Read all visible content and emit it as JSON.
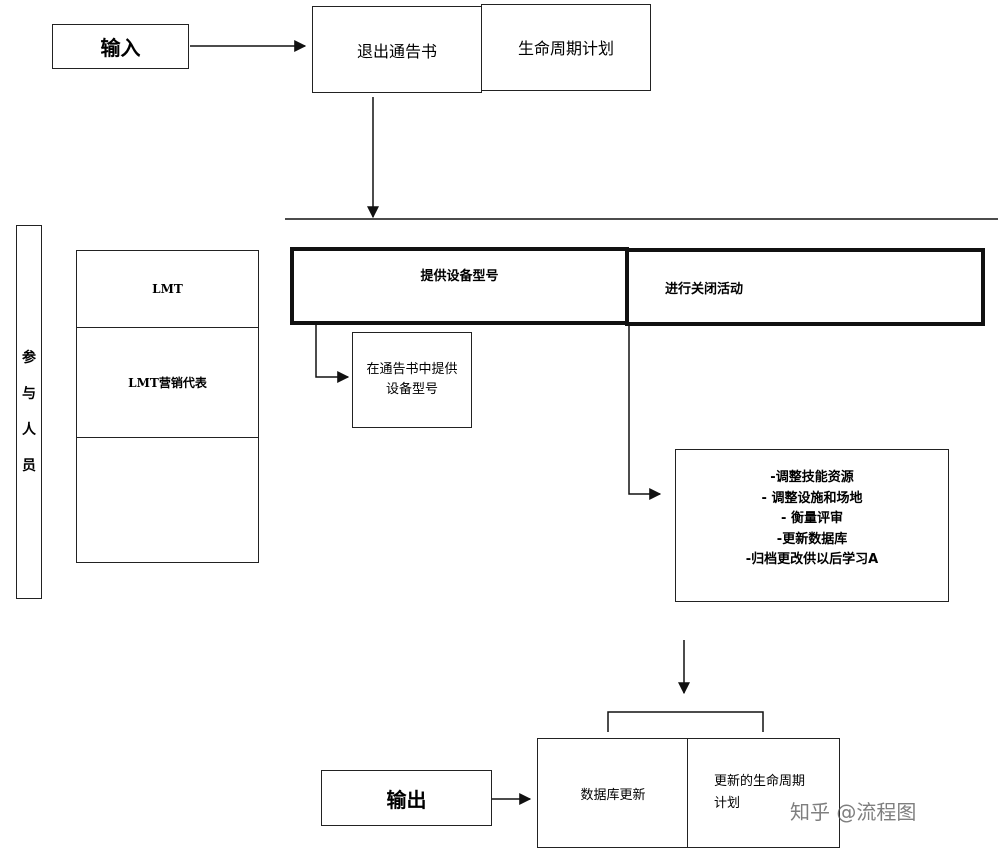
{
  "input_label": "输入",
  "output_label": "输出",
  "top_boxes": {
    "left": "退出通告书",
    "right": "生命周期计划"
  },
  "participants_label": "参与人员",
  "participants_chars": [
    "参",
    "与",
    "人",
    "员"
  ],
  "roles": {
    "row1": "LMT",
    "row2": "LMT营销代表",
    "row3": ""
  },
  "process": {
    "box1": "提供设备型号",
    "box2": "进行关闭活动"
  },
  "sub_box": {
    "line1": "在通告书中提供",
    "line2": "设备型号"
  },
  "activities": [
    "-调整技能资源",
    "- 调整设施和场地",
    "- 衡量评审",
    "-更新数据库",
    "-归档更改供以后学习A"
  ],
  "output_boxes": {
    "left": "数据库更新",
    "right_line1": "更新的生命周期",
    "right_line2": "计划"
  },
  "watermark": "知乎 @流程图"
}
